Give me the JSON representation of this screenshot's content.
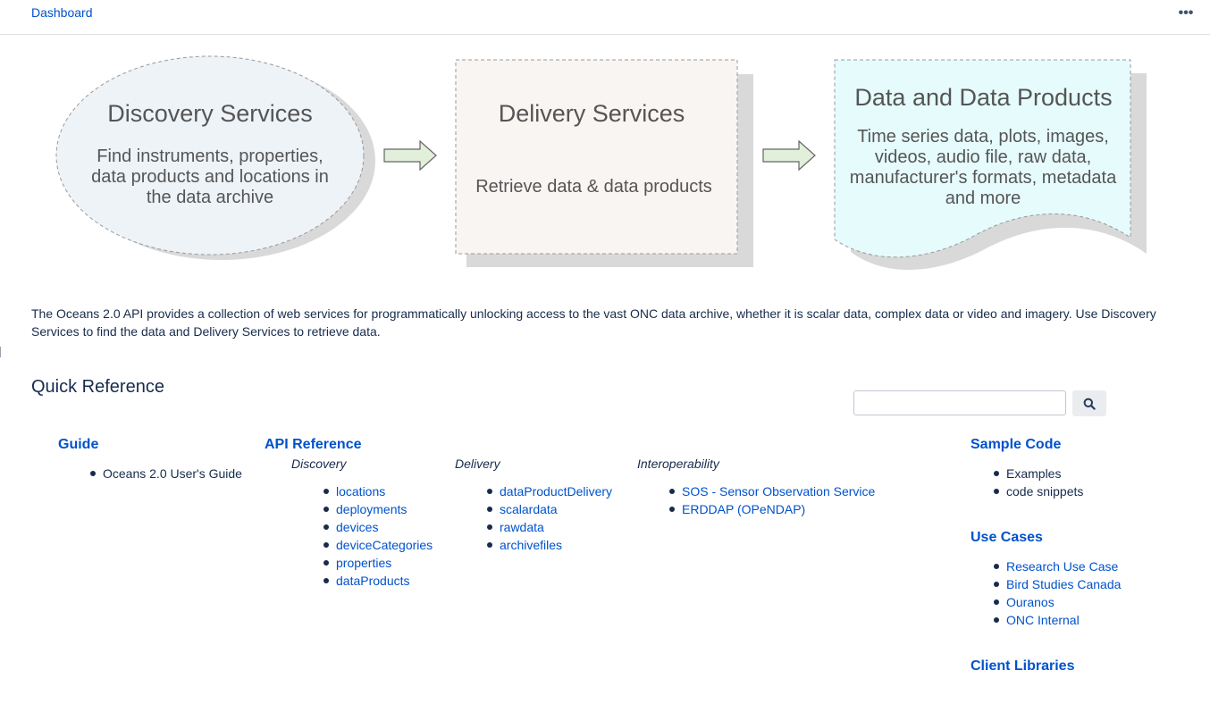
{
  "header": {
    "breadcrumb": "Dashboard",
    "more_icon": "more-horizontal-icon",
    "more_glyph": "•••"
  },
  "diagram": {
    "discovery": {
      "title": "Discovery Services",
      "body": "Find instruments, properties, data products and locations in the data archive",
      "fill": "#eef3f8"
    },
    "delivery": {
      "title": "Delivery Services",
      "body": "Retrieve data & data products",
      "fill": "#f8f5f3"
    },
    "products": {
      "title": "Data and Data Products",
      "body": "Time series data, plots, images, videos, audio file, raw data, manufacturer's formats, metadata and more",
      "fill": "#e6fbfc"
    },
    "arrow_fill": "#e2efdb"
  },
  "intro": "The Oceans 2.0 API provides a collection of web services for programmatically unlocking access to the vast ONC data archive, whether it is scalar data, complex data or video and imagery. Use Discovery Services to find the data and Delivery Services to retrieve data.",
  "quick_reference": {
    "heading": "Quick Reference",
    "search_placeholder": "",
    "search_icon": "search-icon"
  },
  "guide": {
    "heading": "Guide",
    "items": [
      "Oceans 2.0 User's Guide"
    ]
  },
  "api_reference": {
    "heading": "API Reference",
    "discovery": {
      "label": "Discovery",
      "items": [
        "locations",
        "deployments",
        "devices",
        "deviceCategories",
        "properties",
        "dataProducts"
      ]
    },
    "delivery": {
      "label": "Delivery",
      "items": [
        "dataProductDelivery",
        "scalardata",
        "rawdata",
        "archivefiles"
      ]
    },
    "interoperability": {
      "label": "Interoperability",
      "items": [
        "SOS - Sensor Observation Service",
        "ERDDAP (OPeNDAP)"
      ]
    }
  },
  "sample_code": {
    "heading": "Sample Code",
    "items": [
      "Examples",
      "code snippets"
    ]
  },
  "use_cases": {
    "heading": "Use Cases",
    "items": [
      "Research Use Case",
      "Bird Studies Canada",
      "Ouranos",
      "ONC Internal"
    ]
  },
  "client_libraries": {
    "heading": "Client Libraries"
  }
}
